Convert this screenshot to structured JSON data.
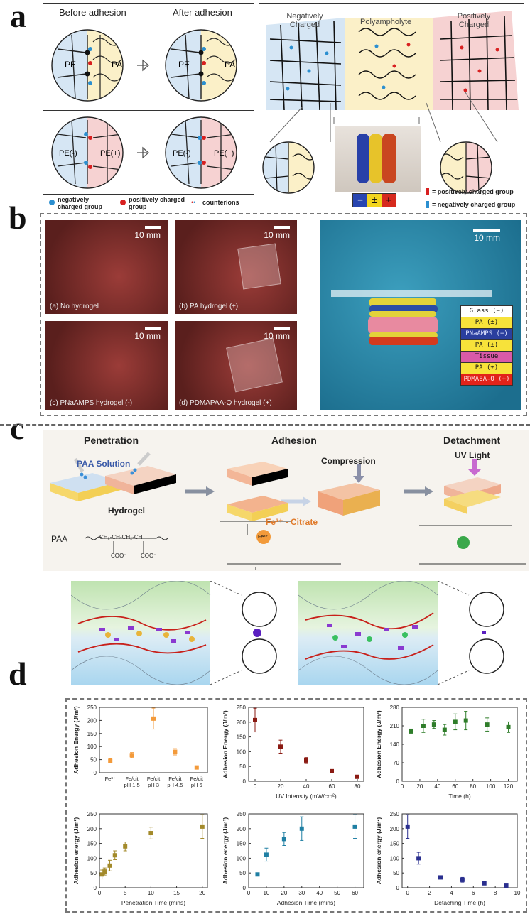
{
  "panels": {
    "a": "a",
    "b": "b",
    "c": "c",
    "d": "d"
  },
  "panel_a": {
    "before": "Before adhesion",
    "after": "After adhesion",
    "pe": "PE",
    "pa": "PA",
    "pe_neg": "PE(-)",
    "pe_pos": "PE(+)",
    "legend_neg": "negatively charged group",
    "legend_pos": "positively charged group",
    "legend_ci": "counterions",
    "gel_neg": "Negatively Charged",
    "gel_pa": "Polyampholyte",
    "gel_pos": "Positively Charged",
    "key_pos": "= positively charged group",
    "key_neg": "= negatively charged group",
    "bar_neg": "−",
    "bar_pa": "±",
    "bar_pos": "+",
    "colors": {
      "blue": "#d6e6f4",
      "yellow": "#fbf0c8",
      "pink": "#f6d2d2"
    }
  },
  "panel_b": {
    "scale": "10 mm",
    "photos": [
      {
        "label": "(a) No hydrogel"
      },
      {
        "label": "(b) PA hydrogel (±)"
      },
      {
        "label": "(c) PNaAMPS hydrogel (-)"
      },
      {
        "label": "(d) PDMAPAA-Q hydrogel (+)"
      }
    ],
    "stack_scale": "10 mm",
    "stack_legend": [
      {
        "text": "Glass (−)",
        "color": "#ffffff",
        "fg": "#111"
      },
      {
        "text": "PA (±)",
        "color": "#f7e23a",
        "fg": "#111"
      },
      {
        "text": "PNaAMPS (−)",
        "color": "#2b3f9e",
        "fg": "#dfe4ff"
      },
      {
        "text": "PA (±)",
        "color": "#f7e23a",
        "fg": "#111"
      },
      {
        "text": "Tissue",
        "color": "#d95aa8",
        "fg": "#111"
      },
      {
        "text": "PA (±)",
        "color": "#f7e23a",
        "fg": "#111"
      },
      {
        "text": "PDMAEA-Q (+)",
        "color": "#e2231a",
        "fg": "#ffe0e0"
      }
    ]
  },
  "panel_c": {
    "steps": [
      "Penetration",
      "Adhesion",
      "Detachment"
    ],
    "paa_solution": "PAA Solution",
    "hydrogel": "Hydrogel",
    "compression": "Compression",
    "fe_citrate": "Fe³⁺ - Citrate",
    "uv": "UV Light",
    "paa": "PAA",
    "chem1": "CH₂-CH-CH₂-CH",
    "coo": "COO⁻",
    "fe": "Fe³⁺"
  },
  "chart_data": [
    {
      "type": "scatter",
      "categories": [
        "Fe³⁺",
        "Fe/cit pH 1.5",
        "Fe/cit pH 3",
        "Fe/cit pH 4.5",
        "Fe/cit pH 6"
      ],
      "values": [
        45,
        67,
        207,
        80,
        20
      ],
      "errors": [
        8,
        10,
        40,
        12,
        3
      ],
      "color": "#f39a3a",
      "xlabel": "",
      "ylabel": "Adhesion Energy (J/m²)",
      "ylim": [
        0,
        250
      ],
      "yticks": [
        0,
        50,
        100,
        150,
        200,
        250
      ]
    },
    {
      "type": "scatter",
      "x": [
        0,
        20,
        40,
        60,
        80
      ],
      "values": [
        207,
        117,
        70,
        34,
        15
      ],
      "errors": [
        40,
        22,
        10,
        5,
        3
      ],
      "color": "#8a1a12",
      "xlabel": "UV Intensity (mW/cm²)",
      "ylabel": "Adhesion Energy (J/m²)",
      "xlim": [
        -5,
        85
      ],
      "xticks": [
        0,
        20,
        40,
        60,
        80
      ],
      "ylim": [
        0,
        250
      ],
      "yticks": [
        0,
        50,
        100,
        150,
        200,
        250
      ]
    },
    {
      "type": "scatter",
      "x": [
        10,
        24,
        36,
        48,
        60,
        72,
        96,
        120
      ],
      "values": [
        190,
        210,
        215,
        195,
        225,
        230,
        215,
        205
      ],
      "errors": [
        8,
        25,
        15,
        20,
        30,
        35,
        25,
        20
      ],
      "color": "#2f7d2a",
      "xlabel": "Time (h)",
      "ylabel": "Adhesion Energy (J/m²)",
      "xlim": [
        0,
        130
      ],
      "xticks": [
        0,
        20,
        40,
        60,
        80,
        100,
        120
      ],
      "ylim": [
        0,
        280
      ],
      "yticks": [
        0,
        70,
        140,
        210,
        280
      ]
    },
    {
      "type": "scatter",
      "x": [
        0.5,
        1,
        2,
        3,
        5,
        10,
        20
      ],
      "values": [
        45,
        55,
        75,
        110,
        140,
        185,
        207
      ],
      "errors": [
        15,
        12,
        18,
        15,
        15,
        20,
        40
      ],
      "color": "#a38a2a",
      "xlabel": "Penetration Time (mins)",
      "ylabel": "Adhesion energy (J/m²)",
      "xlim": [
        0,
        21
      ],
      "xticks": [
        0,
        5,
        10,
        15,
        20
      ],
      "ylim": [
        0,
        250
      ],
      "yticks": [
        0,
        50,
        100,
        150,
        200,
        250
      ]
    },
    {
      "type": "scatter",
      "x": [
        5,
        10,
        20,
        30,
        60
      ],
      "values": [
        45,
        112,
        165,
        200,
        207
      ],
      "errors": [
        5,
        22,
        22,
        40,
        40
      ],
      "color": "#1f7fa3",
      "xlabel": "Adhesion Time (mins)",
      "ylabel": "Adhesion energy (J/m²)",
      "xlim": [
        0,
        65
      ],
      "xticks": [
        0,
        10,
        20,
        30,
        40,
        50,
        60
      ],
      "ylim": [
        0,
        250
      ],
      "yticks": [
        0,
        50,
        100,
        150,
        200,
        250
      ]
    },
    {
      "type": "scatter",
      "x": [
        0,
        1,
        3,
        5,
        7,
        9
      ],
      "values": [
        207,
        100,
        35,
        27,
        15,
        7
      ],
      "errors": [
        40,
        20,
        3,
        8,
        5,
        3
      ],
      "color": "#2a2f8f",
      "xlabel": "Detaching Time (h)",
      "ylabel": "Adhesion energy (J/m²)",
      "xlim": [
        -0.5,
        10
      ],
      "xticks": [
        0,
        2,
        4,
        6,
        8,
        10
      ],
      "ylim": [
        0,
        250
      ],
      "yticks": [
        0,
        50,
        100,
        150,
        200,
        250
      ]
    }
  ]
}
